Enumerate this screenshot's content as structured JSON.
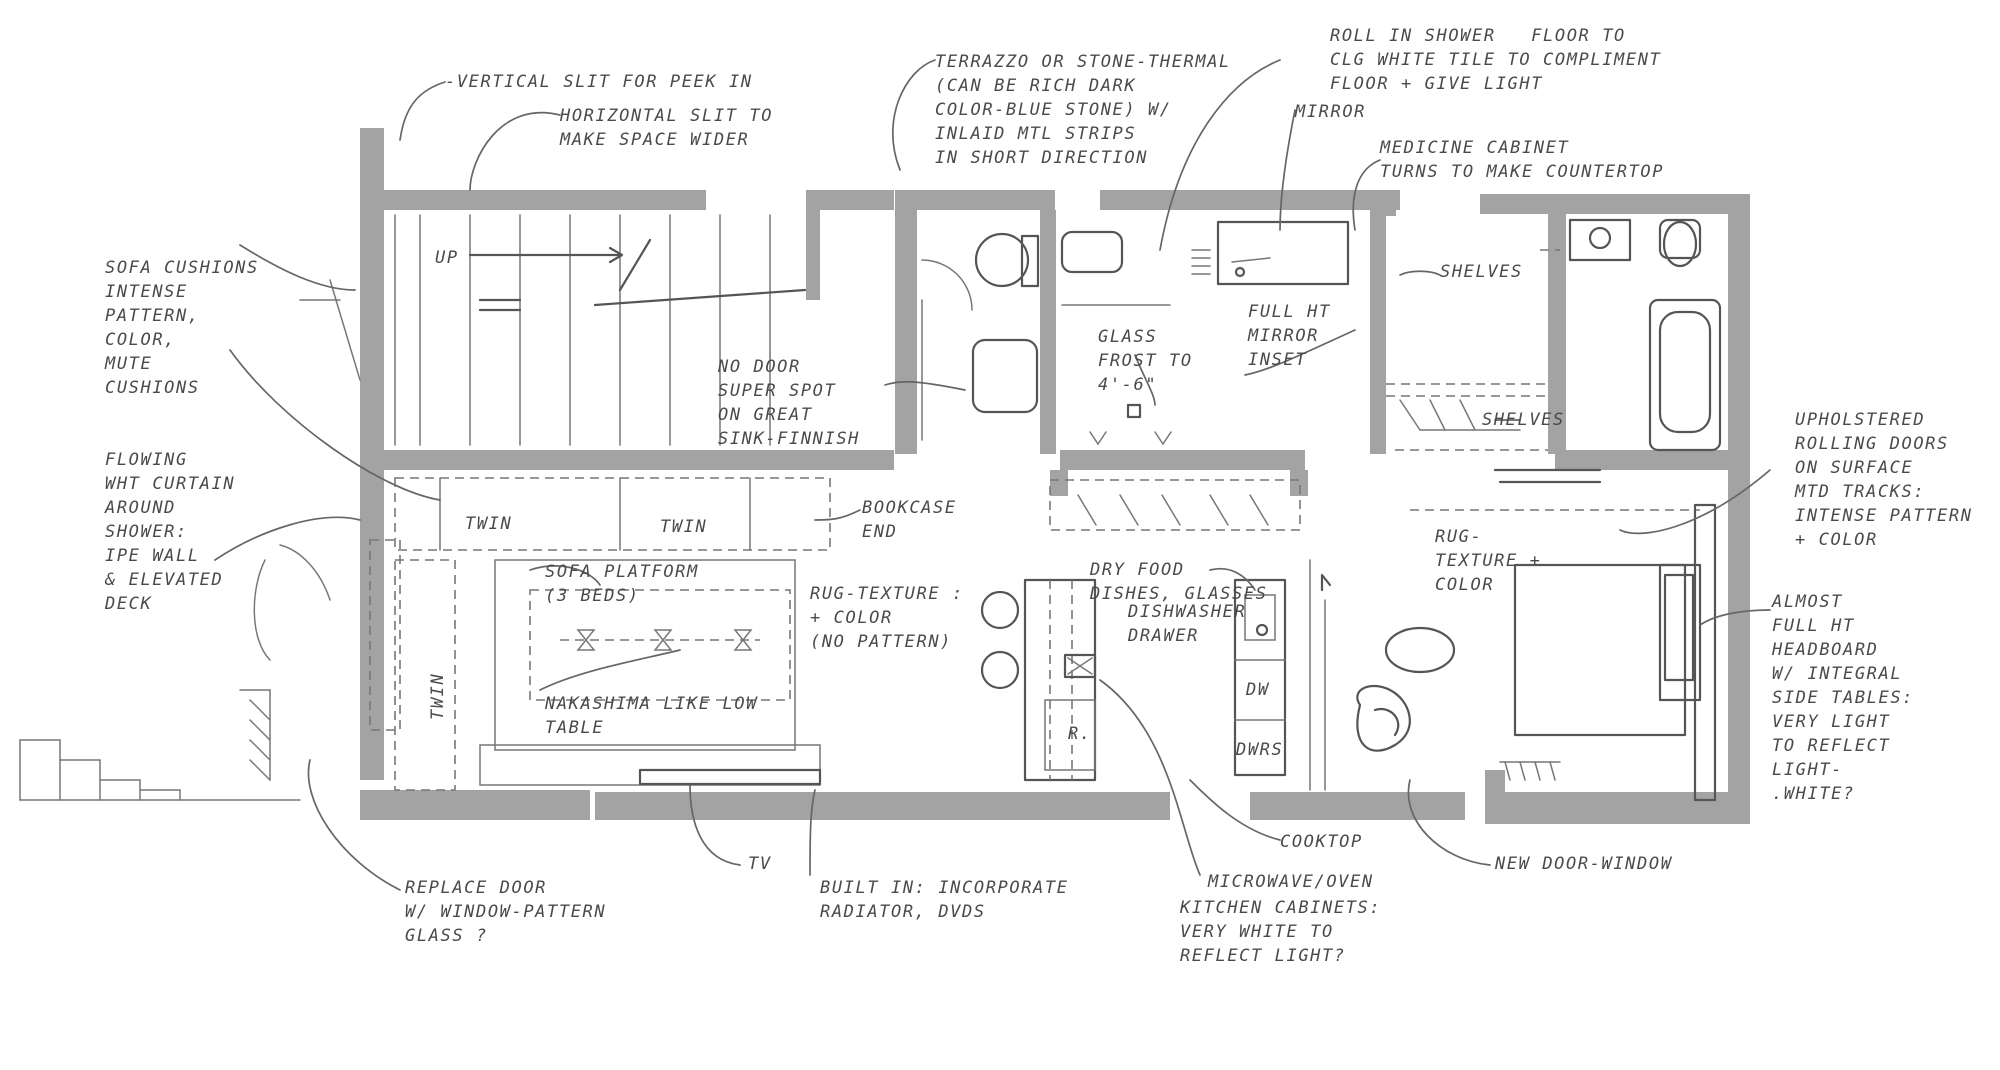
{
  "annotations": {
    "vertical_slit": "-VERTICAL SLIT FOR PEEK IN",
    "horizontal_slit": "HORIZONTAL SLIT TO\nMAKE SPACE WIDER",
    "terrazzo": "TERRAZZO OR STONE-THERMAL\n(CAN BE RICH DARK\nCOLOR-BLUE STONE) W/\nINLAID MTL STRIPS\nIN SHORT DIRECTION",
    "roll_in_shower": "ROLL IN SHOWER   FLOOR TO\nCLG WHITE TILE TO COMPLIMENT\nFLOOR + GIVE LIGHT",
    "mirror": "MIRROR",
    "medicine_cabinet": "MEDICINE CABINET\nTURNS TO MAKE COUNTERTOP",
    "sofa_cushions": "SOFA CUSHIONS\nINTENSE\nPATTERN,\nCOLOR,\nMUTE\nCUSHIONS",
    "flowing_curtain": "FLOWING\nWHT CURTAIN\nAROUND\nSHOWER:\nIPE WALL\n& ELEVATED\nDECK",
    "no_door": "NO DOOR\nSUPER SPOT\nON GREAT\nSINK-FINNISH",
    "glass_frost": "GLASS\nFROST TO\n4'-6\"",
    "full_ht_mirror": "FULL HT\nMIRROR\nINSET",
    "shelves_upper": "SHELVES",
    "shelves_lower": "SHELVES",
    "upholstered_doors": "UPHOLSTERED\nROLLING DOORS\nON SURFACE\nMTD TRACKS:\nINTENSE PATTERN\n+ COLOR",
    "bookcase_end": "BOOKCASE\nEND",
    "dry_food": "DRY FOOD\nDISHES, GLASSES",
    "rug_bedroom": "RUG-\nTEXTURE +\nCOLOR",
    "sofa_platform": "SOFA PLATFORM\n(3 BEDS)",
    "rug_living": "RUG-TEXTURE :\n+ COLOR\n(NO PATTERN)",
    "dishwasher_drawer": "DISHWASHER\nDRAWER",
    "headboard": "ALMOST\nFULL HT\nHEADBOARD\nW/ INTEGRAL\nSIDE TABLES:\nVERY LIGHT\nTO REFLECT\nLIGHT-\n.WHITE?",
    "nakashima_table": "NAKASHIMA LIKE LOW\nTABLE",
    "cooktop": "COOKTOP",
    "new_door_window": "NEW DOOR-WINDOW",
    "tv": "TV",
    "replace_door": "REPLACE DOOR\nW/ WINDOW-PATTERN\nGLASS ?",
    "built_in": "BUILT IN: INCORPORATE\nRADIATOR, DVDS",
    "microwave_oven": "MICROWAVE/OVEN",
    "kitchen_cabinets": "KITCHEN CABINETS:\nVERY WHITE TO\nREFLECT LIGHT?"
  },
  "room_labels": {
    "up": "UP",
    "twin_1": "TWIN",
    "twin_2": "TWIN",
    "twin_3": "TWIN",
    "refrigerator": "R.",
    "dw": "DW",
    "dwrs": "DWRS"
  }
}
